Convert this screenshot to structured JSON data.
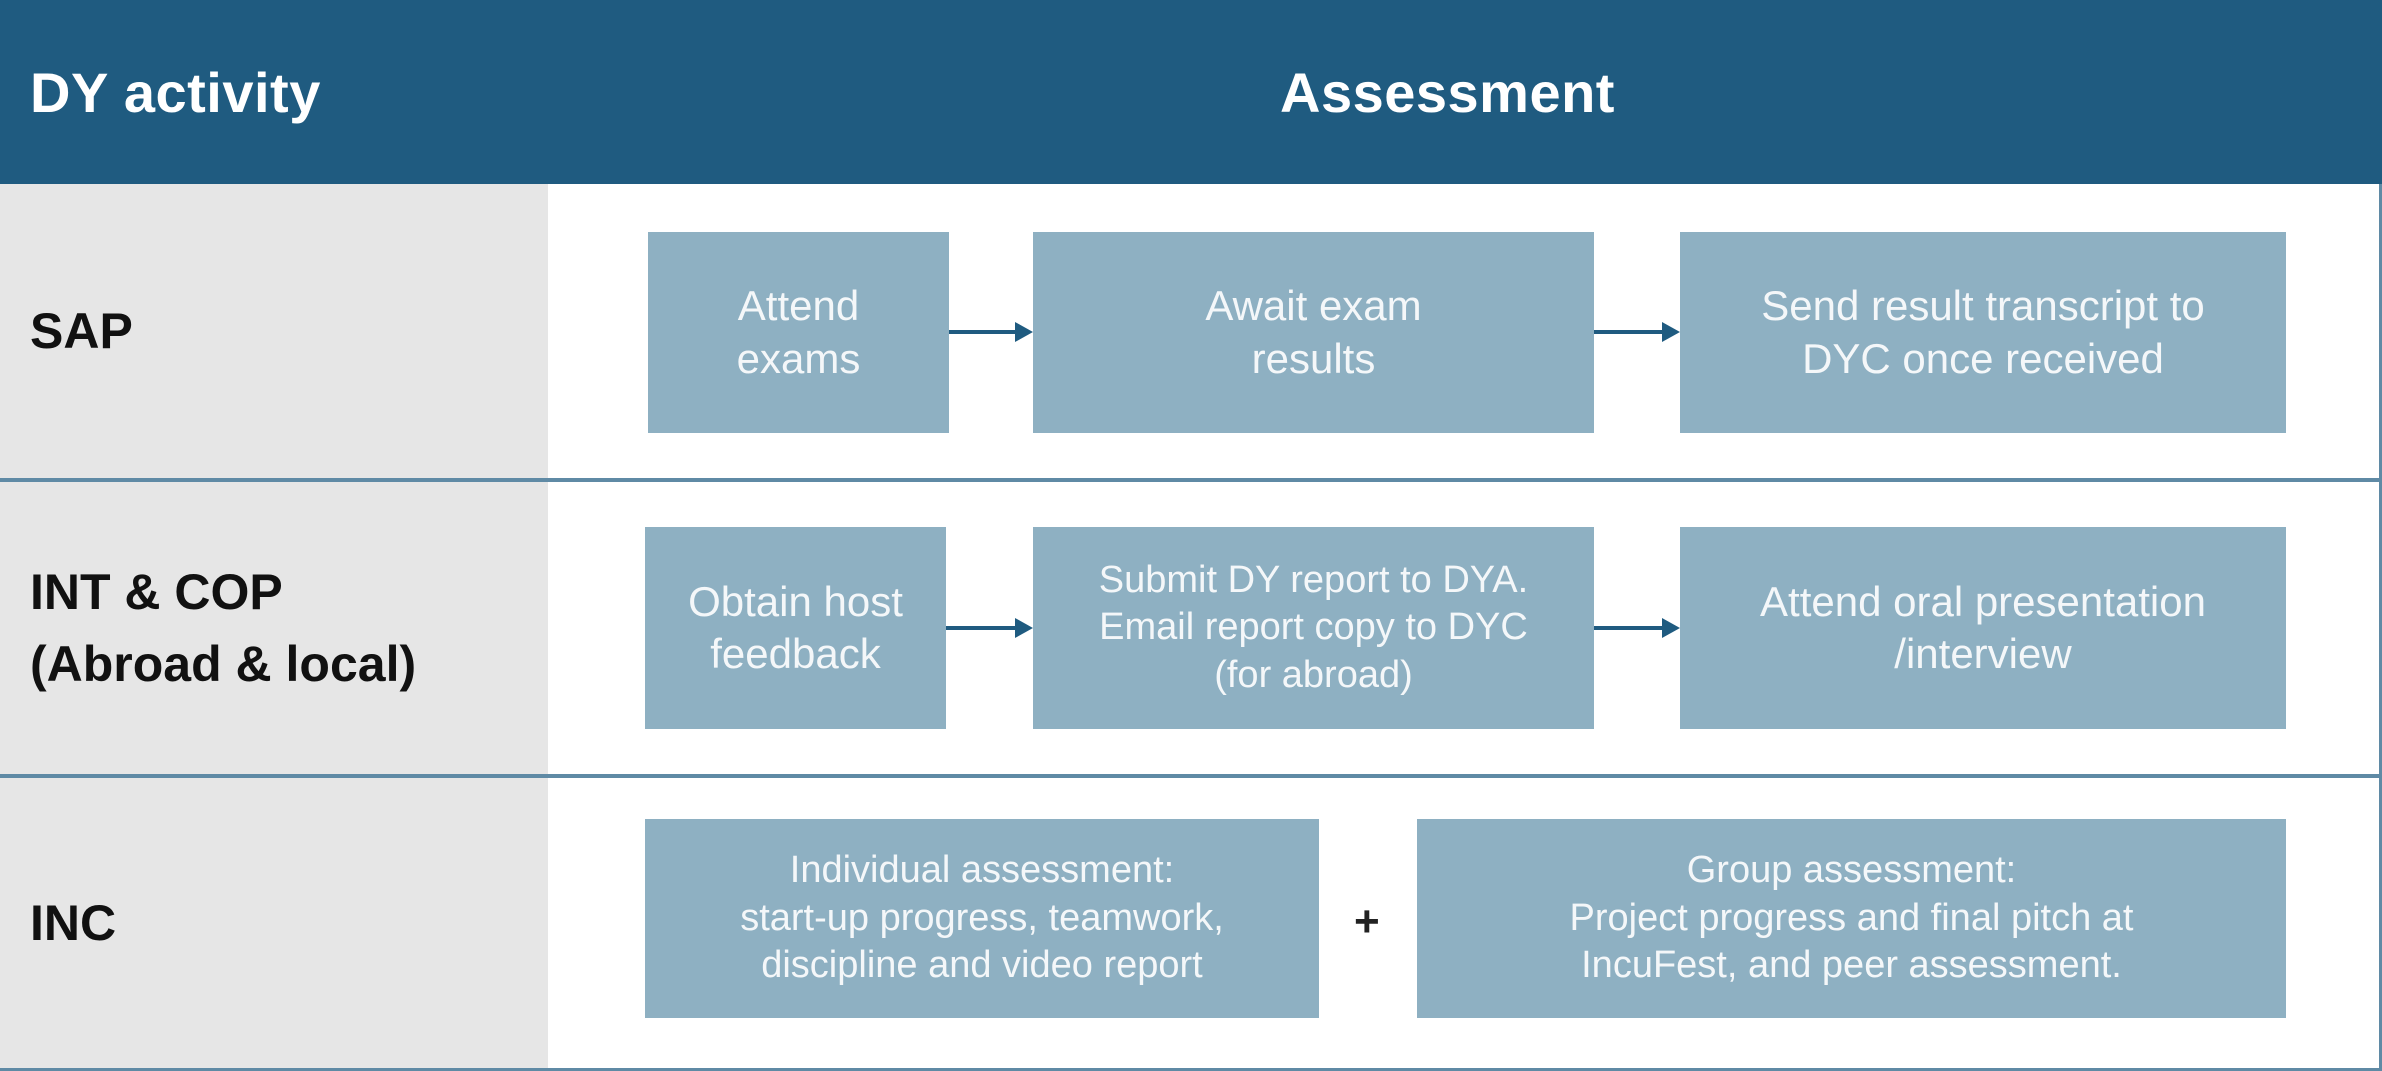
{
  "header": {
    "activity_label": "DY activity",
    "assessment_label": "Assessment"
  },
  "rows": [
    {
      "label": "SAP",
      "steps": [
        "Attend\nexams",
        "Await exam\nresults",
        "Send result transcript to\nDYC once received"
      ]
    },
    {
      "label": "INT & COP\n(Abroad & local)",
      "steps": [
        "Obtain host\nfeedback",
        "Submit DY report to DYA.\nEmail report copy to DYC\n(for abroad)",
        "Attend oral presentation\n/interview"
      ]
    },
    {
      "label": "INC",
      "steps": [
        "Individual assessment:\nstart-up progress, teamwork,\ndiscipline and video report",
        "Group assessment:\nProject progress and final pitch at\nIncuFest, and peer assessment."
      ],
      "connector": "+"
    }
  ],
  "colors": {
    "header_bg": "#1f5b80",
    "label_cell_bg": "#e6e6e6",
    "step_box_bg": "#8eb0c2",
    "arrow": "#1f5b80",
    "row_rule": "#5f8aa5"
  }
}
